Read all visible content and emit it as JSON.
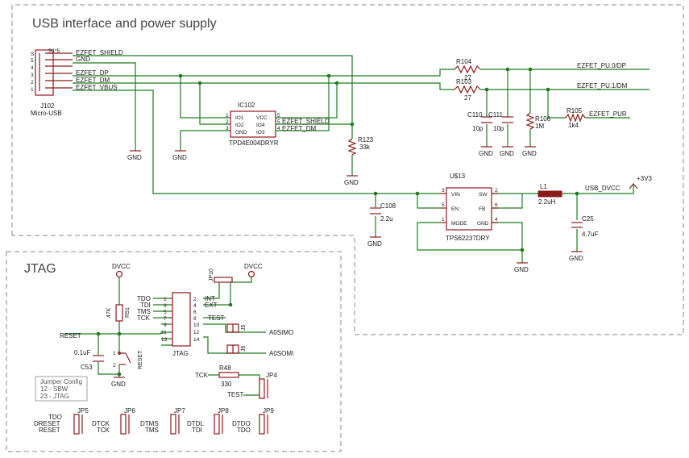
{
  "sections": {
    "usb_title": "USB interface and power supply",
    "jtag_title": "JTAG"
  },
  "connector": {
    "name": "J102",
    "value": "Micro-USB",
    "shield_pin": "S",
    "shield_label": "S1*5",
    "shield_net": "EZFET_SHIELD",
    "pins": [
      {
        "num": "5",
        "net": "GND"
      },
      {
        "num": "4",
        "net": ""
      },
      {
        "num": "3",
        "net": "EZFET_DP"
      },
      {
        "num": "2",
        "net": "EZFET_DM"
      },
      {
        "num": "1",
        "net": "EZFET_VBUS"
      }
    ]
  },
  "esd": {
    "name": "IC102",
    "value": "TPD4E004DRYR",
    "pins_left": [
      {
        "name": "IO1",
        "num": "1"
      },
      {
        "name": "IO2",
        "num": "2"
      },
      {
        "name": "GND",
        "num": "3"
      }
    ],
    "pins_right": [
      {
        "name": "VCC",
        "num": "5"
      },
      {
        "name": "IO4",
        "num": "5"
      },
      {
        "name": "IO3",
        "num": "4"
      }
    ],
    "net_shield": "EZFET_SHIELD",
    "net_dm": "EZFET_DM"
  },
  "resistors": {
    "r104": {
      "name": "R104",
      "value": "27"
    },
    "r103": {
      "name": "R103",
      "value": "27"
    },
    "r106": {
      "name": "R106",
      "value": "1M"
    },
    "r105": {
      "name": "R105",
      "value": "1k4"
    },
    "r123": {
      "name": "R123",
      "value": "33k"
    },
    "r51": {
      "name": "R51",
      "value": "47K"
    },
    "r48": {
      "name": "R48",
      "value": "330"
    }
  },
  "caps": {
    "c110": {
      "name": "C110",
      "value": "10p"
    },
    "c111": {
      "name": "C111",
      "value": "10p"
    },
    "c108": {
      "name": "C108",
      "value": "2.2u"
    },
    "c25": {
      "name": "C25",
      "value": "4.7uF"
    },
    "c53": {
      "name": "C53",
      "value": "0.1uF"
    }
  },
  "nets": {
    "pu0dp": "EZFET_PU.0/DP",
    "pu1dm": "EZFET_PU.1/DM",
    "pur": "EZFET_PUR",
    "usb_dvcc": "USB_DVCC",
    "p3v3": "+3V3",
    "gnd": "GND",
    "dvcc": "DVCC",
    "reset": "RESET",
    "a0simo": "A0SIMO",
    "a0somi": "A0SOMI",
    "tck": "TCK",
    "test": "TEST"
  },
  "regulator": {
    "name": "U$13",
    "value": "TPS62237DRY",
    "pins": [
      {
        "name": "VIN",
        "num": "3"
      },
      {
        "name": "SW",
        "num": "2"
      },
      {
        "name": "EN",
        "num": "5"
      },
      {
        "name": "FB",
        "num": "6"
      },
      {
        "name": "MODE",
        "num": "1"
      },
      {
        "name": "GND",
        "num": "4"
      }
    ]
  },
  "inductor": {
    "name": "L1",
    "value": "2.2uH"
  },
  "jtag_header": {
    "name": "JTAG",
    "left": [
      {
        "label": "TDO",
        "num": "1"
      },
      {
        "label": "TDI",
        "num": "3"
      },
      {
        "label": "TMS",
        "num": "5"
      },
      {
        "label": "TCK",
        "num": "7"
      },
      {
        "label": "",
        "num": "9"
      },
      {
        "label": "",
        "num": "11"
      },
      {
        "label": "",
        "num": "13"
      }
    ],
    "right": [
      {
        "label": "INT",
        "num": "2"
      },
      {
        "label": "EXT",
        "num": "4"
      },
      {
        "label": "",
        "num": "6"
      },
      {
        "label": "TEST",
        "num": "8"
      },
      {
        "label": "",
        "num": "10"
      },
      {
        "label": "",
        "num": "12"
      },
      {
        "label": "",
        "num": "14"
      }
    ]
  },
  "reset_switch": {
    "name": "RESET",
    "pin1": "1",
    "pin2": "2"
  },
  "jumpers": {
    "jp10": "JP10",
    "j5": "J5",
    "j6": "J6",
    "jp4": "JP4",
    "jp5": {
      "name": "JP5",
      "labels": [
        "TDO",
        "DRESET",
        "RESET"
      ]
    },
    "jp6": {
      "name": "JP6",
      "labels": [
        "DTCK",
        "TCK"
      ]
    },
    "jp7": {
      "name": "JP7",
      "labels": [
        "DTMS",
        "TMS"
      ]
    },
    "jp8": {
      "name": "JP8",
      "labels": [
        "DTDL",
        "TDI"
      ]
    },
    "jp9": {
      "name": "JP9",
      "labels": [
        "DTDO",
        "TDO"
      ]
    }
  },
  "jumper_config": {
    "title": "Jumper Config",
    "lines": [
      "12 - SBW",
      "23 - JTAG"
    ]
  }
}
